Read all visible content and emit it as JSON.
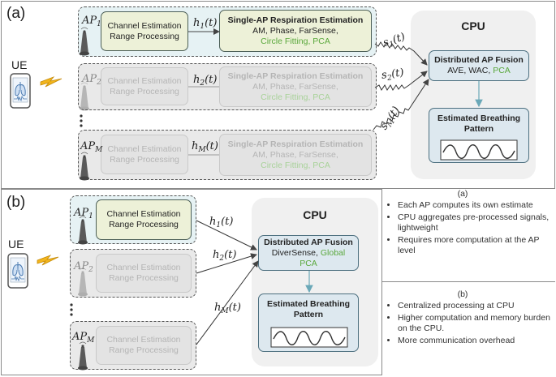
{
  "panel_a": {
    "letter": "(a)",
    "ue_label": "UE",
    "rows": [
      {
        "ap_base": "AP",
        "ap_sub": "1",
        "ce_lines": [
          "Channel Estimation",
          "Range Processing"
        ],
        "h_base": "h",
        "h_sub": "1",
        "h_arg": "(t)",
        "sap_title": "Single-AP Respiration Estimation",
        "sap_methods": "AM, Phase, FarSense,",
        "sap_green": "Circle Fitting, PCA",
        "s_base": "s",
        "s_sub": "1",
        "s_arg": "(t)"
      },
      {
        "ap_base": "AP",
        "ap_sub": "2",
        "ce_lines": [
          "Channel Estimation",
          "Range Processing"
        ],
        "h_base": "h",
        "h_sub": "2",
        "h_arg": "(t)",
        "sap_title": "Single-AP Respiration Estimation",
        "sap_methods": "AM, Phase, FarSense,",
        "sap_green": "Circle Fitting, PCA",
        "s_base": "s",
        "s_sub": "2",
        "s_arg": "(t)"
      },
      {
        "ap_base": "AP",
        "ap_sub": "M",
        "ce_lines": [
          "Channel Estimation",
          "Range Processing"
        ],
        "h_base": "h",
        "h_sub": "M",
        "h_arg": "(t)",
        "sap_title": "Single-AP Respiration Estimation",
        "sap_methods": "AM, Phase, FarSense,",
        "sap_green": "Circle Fitting, PCA",
        "s_base": "s",
        "s_sub": "M",
        "s_arg": "(t)"
      }
    ],
    "cpu": {
      "title": "CPU",
      "fusion_title": "Distributed AP Fusion",
      "fusion_methods": "AVE, WAC,",
      "fusion_green": "PCA",
      "pattern_lines": [
        "Estimated Breathing",
        "Pattern"
      ]
    },
    "notes_title": "(a)",
    "notes": [
      "Each AP computes its own estimate",
      "CPU aggregates pre-processed signals, lightweight",
      "Requires more computation at the AP level"
    ]
  },
  "panel_b": {
    "letter": "(b)",
    "ue_label": "UE",
    "rows": [
      {
        "ap_base": "AP",
        "ap_sub": "1",
        "ce_lines": [
          "Channel Estimation",
          "Range Processing"
        ],
        "h_base": "h",
        "h_sub": "1",
        "h_arg": "(t)"
      },
      {
        "ap_base": "AP",
        "ap_sub": "2",
        "ce_lines": [
          "Channel Estimation",
          "Range Processing"
        ],
        "h_base": "h",
        "h_sub": "2",
        "h_arg": "(t)"
      },
      {
        "ap_base": "AP",
        "ap_sub": "M",
        "ce_lines": [
          "Channel Estimation",
          "Range Processing"
        ],
        "h_base": "h",
        "h_sub": "M",
        "h_arg": "(t)"
      }
    ],
    "cpu": {
      "title": "CPU",
      "fusion_title": "Distributed AP Fusion",
      "fusion_methods": "DiverSense,",
      "fusion_green": "Global",
      "fusion_green2": "PCA",
      "pattern_lines": [
        "Estimated Breathing",
        "Pattern"
      ]
    },
    "notes_title": "(b)",
    "notes": [
      "Centralized processing at CPU",
      "Higher computation and memory burden on the CPU.",
      "More communication overhead"
    ]
  },
  "colors": {
    "accent_green": "#5aa83c",
    "box_fill": "#edf1d8",
    "cpu_box_fill": "#dde8ef",
    "arrow_teal": "#6aa8b8"
  },
  "icons": [
    "phone-lungs-icon",
    "lightning-icon",
    "antenna-tower-icon",
    "waveform-icon"
  ]
}
